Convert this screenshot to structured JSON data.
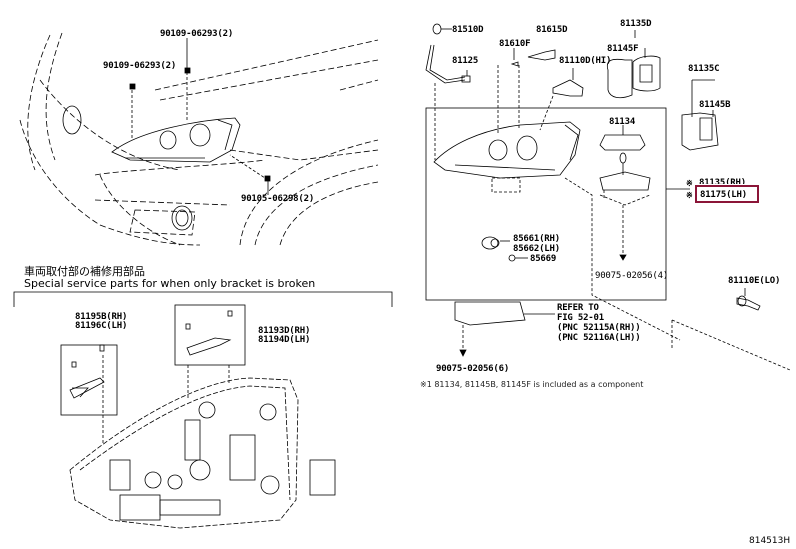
{
  "diagram": {
    "figure_id": "814513H",
    "highlight_color": "#8b1538",
    "vehicle_view": {
      "labels": {
        "bolt_top_right": "90109-06293(2)",
        "bolt_top_left": "90109-06293(2)",
        "bolt_fender": "90105-06298(2)"
      }
    },
    "exploded_view": {
      "labels": {
        "p81510D": "81510D",
        "p81615D": "81615D",
        "p81135D": "81135D",
        "p81610F": "81610F",
        "p81145F": "81145F",
        "p81125": "81125",
        "p81110D": "81110D(HI)",
        "p81135C": "81135C",
        "p81145B": "81145B",
        "p81134": "81134",
        "p81135_rh": "81135(RH)",
        "p81175_lh": "81175(LH)",
        "mark1": "※",
        "mark2": "※",
        "p85661": "85661(RH)",
        "p85662": "85662(LH)",
        "p85669": "85669",
        "p90075_4": "90075-02056(4)",
        "p81110E": "81110E(LO)",
        "refer1": "REFER TO",
        "refer2": "FIG 52-01",
        "refer3": "(PNC 52115A(RH))",
        "refer4": "(PNC 52116A(LH))",
        "p90075_6": "90075-02056(6)",
        "footnote": "※1  81134, 81145B, 81145F is included as a component"
      },
      "highlighted_part": "81175(LH)"
    },
    "service_parts": {
      "title_jp": "車両取付部の補修用部品",
      "title_en": "Special service parts for when only bracket is broken",
      "labels": {
        "p81195B": "81195B(RH)",
        "p81196C": "81196C(LH)",
        "p81193D": "81193D(RH)",
        "p81194D": "81194D(LH)"
      }
    }
  }
}
